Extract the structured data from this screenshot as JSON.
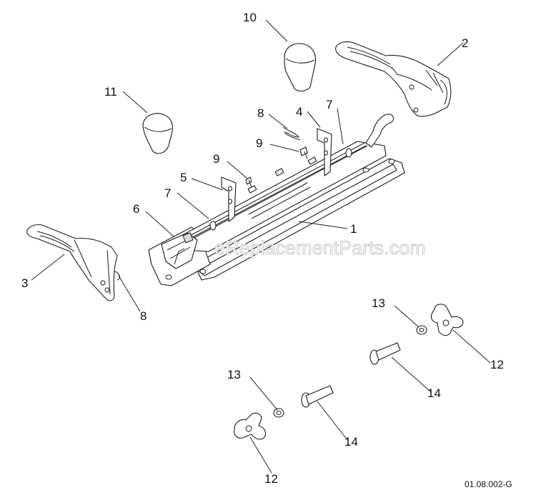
{
  "diagram": {
    "callouts": [
      "10",
      "2",
      "11",
      "8",
      "4",
      "7",
      "9",
      "9",
      "5",
      "7",
      "6",
      "1",
      "3",
      "8",
      "13",
      "12",
      "14",
      "13",
      "14",
      "12"
    ],
    "watermark": "eReplacementParts.com",
    "drawing_code": "01.08.002-G"
  }
}
